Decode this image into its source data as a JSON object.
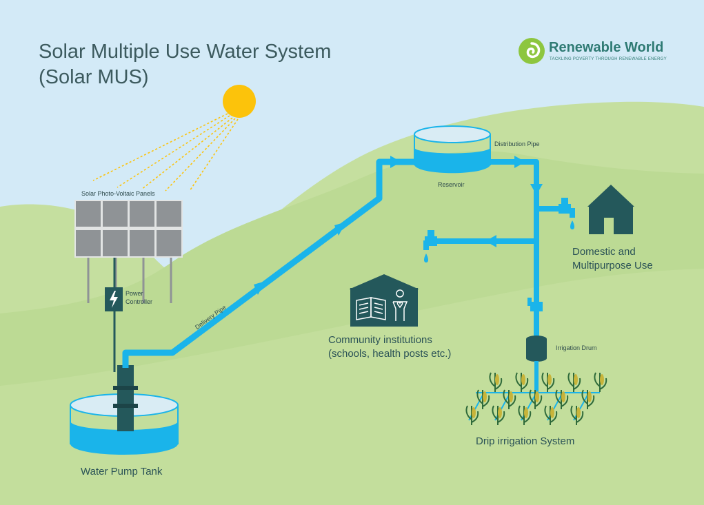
{
  "title": {
    "line1": "Solar Multiple Use Water System",
    "line2": "(Solar MUS)"
  },
  "logo": {
    "name": "Renewable World",
    "tagline": "TACKLING POVERTY THROUGH RENEWABLE ENERGY"
  },
  "labels": {
    "panels": "Solar Photo-Voltaic Panels",
    "power_controller_line1": "Power",
    "power_controller_line2": "Controller",
    "delivery_pipe": "Delivery Pipe",
    "reservoir": "Reservoir",
    "distribution_pipe": "Distribution Pipe",
    "domestic_line1": "Domestic and",
    "domestic_line2": "Multipurpose Use",
    "community_line1": "Community institutions",
    "community_line2": "(schools, health posts etc.)",
    "irrigation_drum": "Irrigation Drum",
    "drip_irrigation": "Drip irrigation System",
    "water_pump_tank": "Water Pump Tank"
  },
  "colors": {
    "sky": "#d3eaf7",
    "hill_back": "#c6e0a3",
    "hill_front": "#bfdc98",
    "pipe": "#1ab4ea",
    "dark": "#24585b",
    "sun": "#fcc30b",
    "panel": "#8f9396"
  }
}
